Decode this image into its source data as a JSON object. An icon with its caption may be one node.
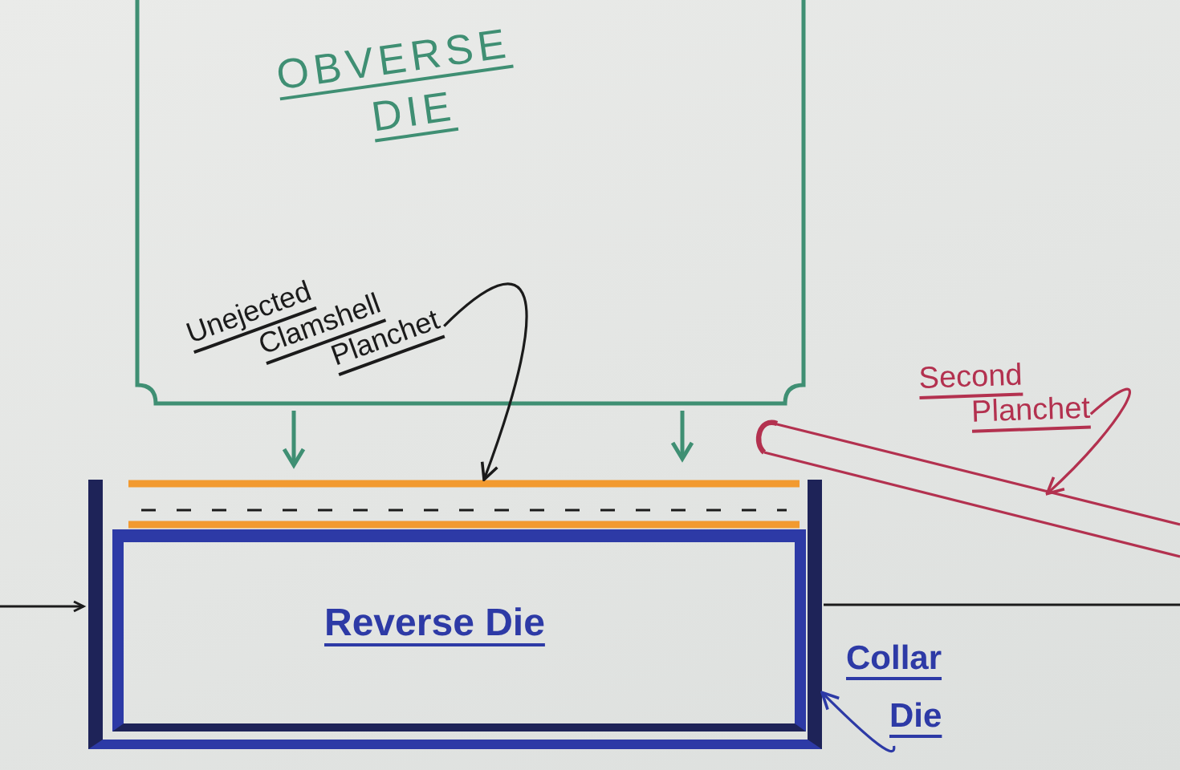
{
  "diagram": {
    "nodes": [
      {
        "text": [
          "OBVERSE DIE"
        ]
      },
      {
        "text": [
          "Unejected Clamshell Planchet"
        ],
        "in": 0
      },
      {
        "text": [
          "Second Planchet"
        ]
      },
      {
        "text": [],
        "shape": "bar"
      },
      {
        "text": [],
        "shape": "box"
      },
      {
        "text": [],
        "shape": "bar",
        "in": 4
      },
      {
        "text": [
          "Reverse Die"
        ],
        "in": 4
      },
      {
        "text": [
          "Collar Die"
        ]
      }
    ],
    "edges": [
      {
        "from": 1,
        "to": 5,
        "arrow": "to"
      },
      {
        "from": 2,
        "to": 3,
        "arrow": "to",
        "color": "#b3314f"
      },
      {
        "from": 7,
        "to": 4,
        "arrow": "to",
        "color": "#2d3aa6"
      }
    ]
  }
}
